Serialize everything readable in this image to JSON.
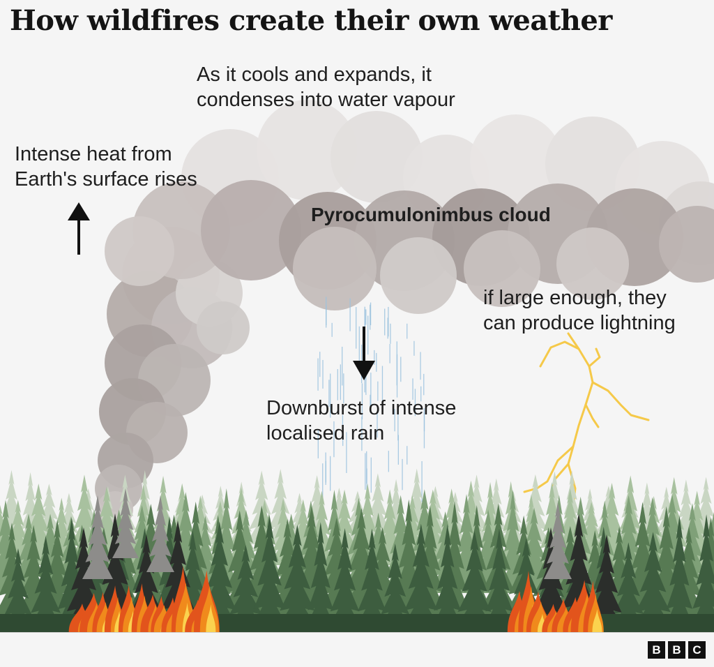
{
  "title": "How wildfires create their own weather",
  "labels": {
    "heat_rises": [
      "Intense heat from",
      "Earth's surface rises"
    ],
    "condenses": [
      "As it cools and expands, it",
      "condenses into water vapour"
    ],
    "cloud": "Pyrocumulonimbus cloud",
    "lightning": [
      "if large enough, they",
      "can produce lightning"
    ],
    "rain": [
      "Downburst of intense",
      "localised rain"
    ]
  },
  "logo": {
    "letters": [
      "B",
      "B",
      "C"
    ]
  },
  "colors": {
    "background": "#f5f5f5",
    "smoke_dark": "#a59c9a",
    "smoke_light": "#dcdad9",
    "rain": "#9cc3df",
    "lightning": "#f5c949",
    "fire": "#f08a1c",
    "tree_dark": "#2f4a32",
    "tree_mid": "#577a53",
    "tree_light": "#a8c19f"
  }
}
